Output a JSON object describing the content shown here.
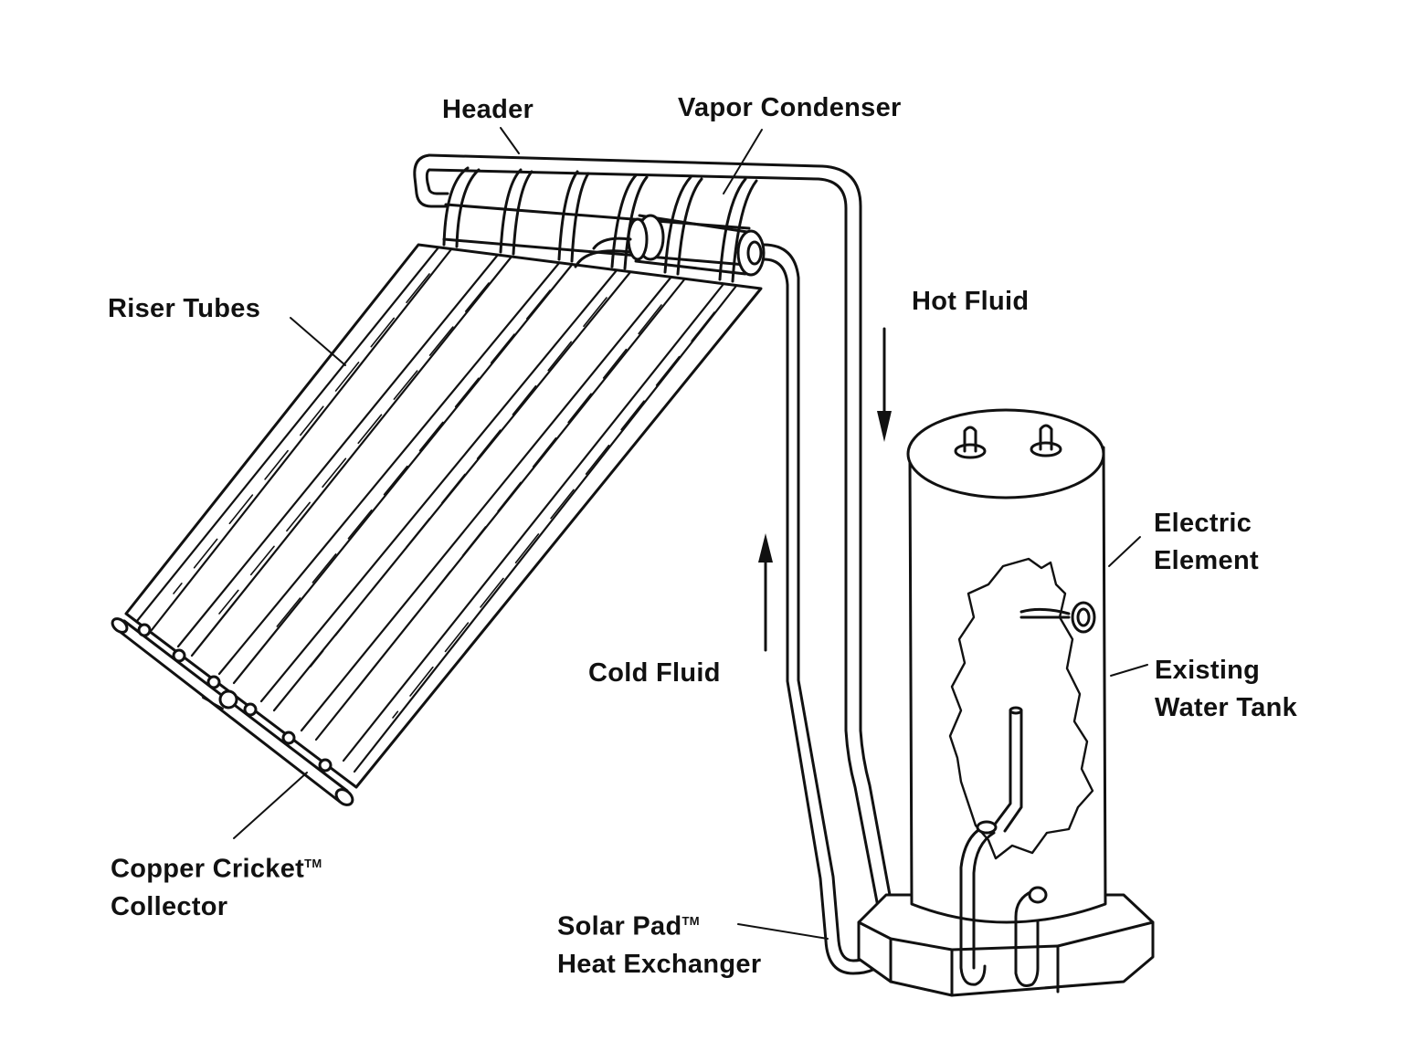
{
  "labels": {
    "header": "Header",
    "vapor_condenser": "Vapor Condenser",
    "riser_tubes": "Riser Tubes",
    "hot_fluid": "Hot Fluid",
    "cold_fluid": "Cold Fluid",
    "electric_element_line1": "Electric",
    "electric_element_line2": "Element",
    "existing_tank_line1": "Existing",
    "existing_tank_line2": "Water Tank",
    "collector_line1": "Copper Cricket",
    "collector_line2": "Collector",
    "solar_pad_line1": "Solar Pad",
    "solar_pad_line2": "Heat Exchanger",
    "trademark": "TM"
  },
  "colors": {
    "ink": "#111111",
    "paper": "#ffffff"
  }
}
